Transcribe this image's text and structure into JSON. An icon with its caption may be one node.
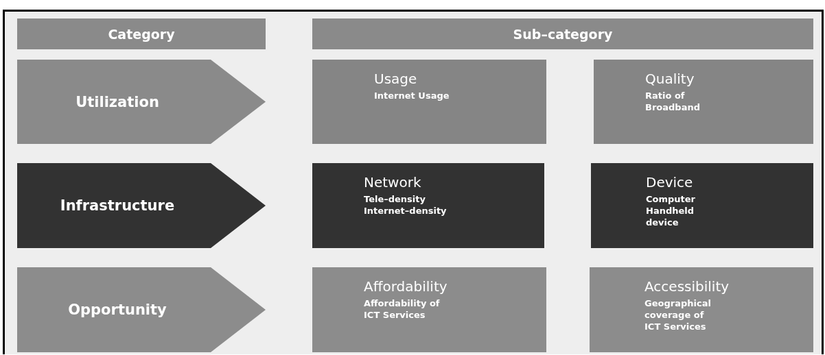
{
  "diagram": {
    "nodes": [
      {
        "text": [
          "Category"
        ]
      },
      {
        "text": [
          "Sub–category"
        ]
      },
      {
        "text": [
          "Utilization"
        ]
      },
      {
        "text": [
          "Usage",
          "Internet Usage"
        ]
      },
      {
        "text": [
          "Quality",
          "Ratio of Broadband"
        ]
      },
      {
        "text": [
          "Infrastructure"
        ]
      },
      {
        "text": [
          "Network",
          "Tele–density Internet–density"
        ]
      },
      {
        "text": [
          "Device",
          "Computer Handheld device"
        ]
      },
      {
        "text": [
          "Opportunity"
        ]
      },
      {
        "text": [
          "Affordability",
          "Affordability of ICT Services"
        ]
      },
      {
        "text": [
          "Accessibility",
          "Geographical coverage of ICT Services"
        ]
      }
    ]
  }
}
